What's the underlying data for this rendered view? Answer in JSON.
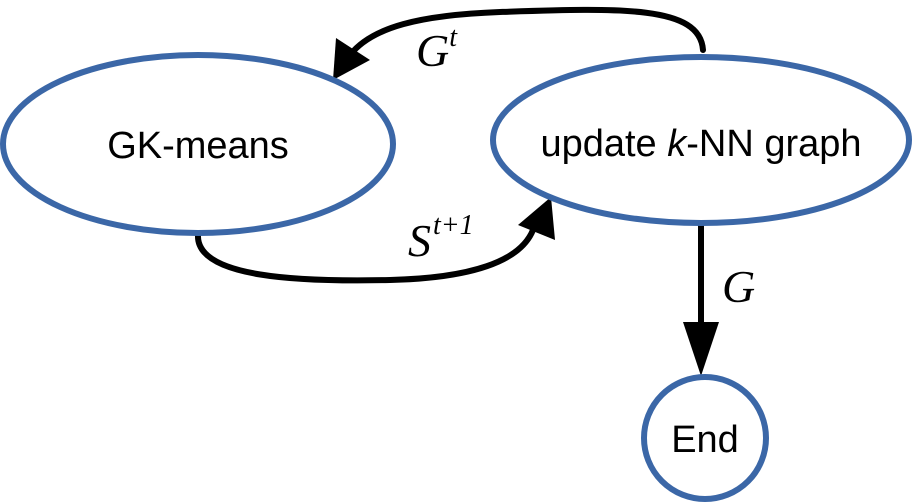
{
  "colors": {
    "node_stroke": "#3b67a7",
    "edge": "#000000",
    "background": "#ffffff"
  },
  "nodes": {
    "gk_means": {
      "label": "GK-means"
    },
    "update_graph": {
      "label_prefix": "update ",
      "label_italic": "k",
      "label_suffix": "-NN graph"
    },
    "end": {
      "label": "End"
    }
  },
  "edges": {
    "g_t": {
      "main": "G",
      "sup": "t"
    },
    "s_t1": {
      "main": "S",
      "sup": "t+1"
    },
    "g": {
      "main": "G"
    }
  }
}
